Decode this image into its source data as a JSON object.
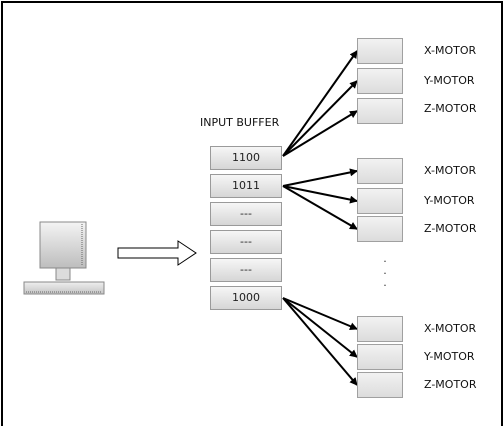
{
  "buffer": {
    "title": "INPUT BUFFER",
    "rows": [
      "1100",
      "1011",
      "---",
      "---",
      "---",
      "1000"
    ]
  },
  "motor_groups": [
    {
      "labels": [
        "X-MOTOR",
        "Y-MOTOR",
        "Z-MOTOR"
      ]
    },
    {
      "labels": [
        "X-MOTOR",
        "Y-MOTOR",
        "Z-MOTOR"
      ]
    },
    {
      "labels": [
        "X-MOTOR",
        "Y-MOTOR",
        "Z-MOTOR"
      ]
    }
  ],
  "ellipsis": "·\n·\n·",
  "icons": {
    "computer": "computer-icon",
    "transfer_arrow": "right-arrow-icon"
  },
  "colors": {
    "outline": "#000000",
    "cell_border": "#9a9a9a",
    "cell_fill_top": "#f6f6f6",
    "cell_fill_bottom": "#d6d6d6"
  }
}
